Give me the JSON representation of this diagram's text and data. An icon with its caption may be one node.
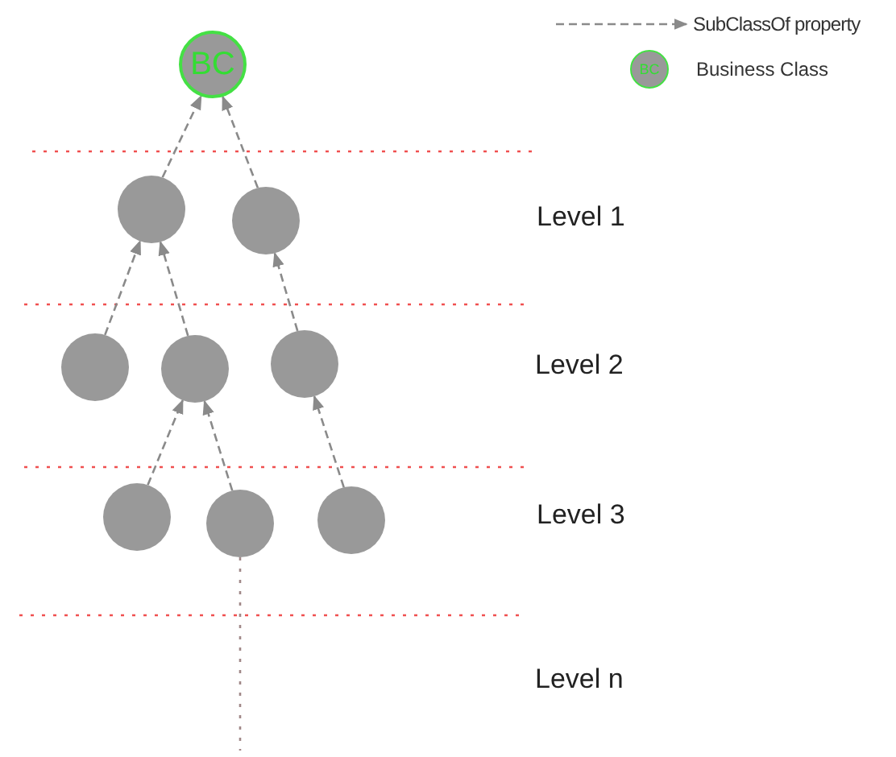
{
  "diagram": {
    "nodes": [
      {
        "text": [
          "BC"
        ]
      },
      {
        "text": [],
        "shape": "circle"
      },
      {
        "text": [],
        "shape": "circle"
      },
      {
        "text": [],
        "shape": "circle"
      },
      {
        "text": [],
        "shape": "circle"
      },
      {
        "text": [],
        "shape": "circle"
      },
      {
        "text": [],
        "shape": "circle"
      },
      {
        "text": [],
        "shape": "circle"
      },
      {
        "text": [],
        "shape": "circle"
      }
    ],
    "edges": [
      {
        "from": 1,
        "to": 0,
        "arrow": "to",
        "style": "dashed"
      },
      {
        "from": 2,
        "to": 0,
        "arrow": "to",
        "style": "dashed"
      },
      {
        "from": 3,
        "to": 1,
        "arrow": "to",
        "style": "dashed"
      },
      {
        "from": 4,
        "to": 1,
        "arrow": "to",
        "style": "dashed"
      },
      {
        "from": 5,
        "to": 2,
        "arrow": "to",
        "style": "dashed"
      },
      {
        "from": 6,
        "to": 4,
        "arrow": "to",
        "style": "dashed"
      },
      {
        "from": 7,
        "to": 4,
        "arrow": "to",
        "style": "dashed"
      },
      {
        "from": 8,
        "to": 5,
        "arrow": "to",
        "style": "dashed"
      },
      {
        "from": 7,
        "to": null,
        "arrow": "none",
        "style": "dashed",
        "color": "#a08888"
      }
    ],
    "labels": [
      "Level 1",
      "Level 2",
      "Level 3",
      "Level n",
      "BC"
    ],
    "legend": [
      {
        "text": "SubClassOf property"
      },
      {
        "text": "Business Class"
      }
    ]
  }
}
